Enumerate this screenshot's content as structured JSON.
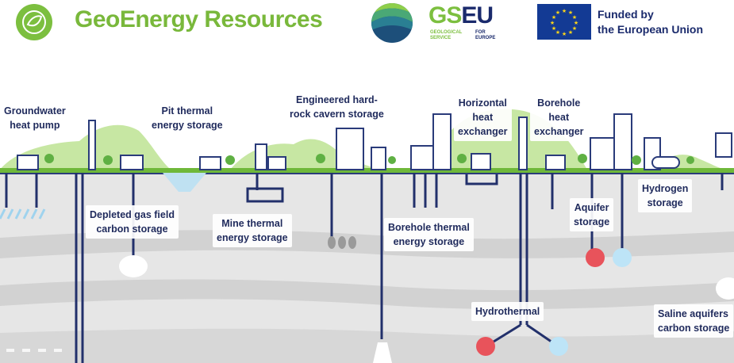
{
  "header": {
    "brand_title": "GeoEnergy Resources",
    "gseu_main": "GSEU",
    "gseu_gs": "GS",
    "gseu_eu": "EU",
    "gseu_sub_left_1": "GEOLOGICAL",
    "gseu_sub_left_2": "SERVICE",
    "gseu_sub_right_1": "FOR",
    "gseu_sub_right_2": "EUROPE",
    "eu_funded_1": "Funded by",
    "eu_funded_2": "the European Union"
  },
  "labels": {
    "groundwater_1": "Groundwater",
    "groundwater_2": "heat pump",
    "pit_1": "Pit thermal",
    "pit_2": "energy storage",
    "engineered_1": "Engineered hard-",
    "engineered_2": "rock cavern storage",
    "horizontal_1": "Horizontal",
    "horizontal_2": "heat",
    "horizontal_3": "exchanger",
    "borehole_hx_1": "Borehole",
    "borehole_hx_2": "heat",
    "borehole_hx_3": "exchanger",
    "depleted_1": "Depleted gas field",
    "depleted_2": "carbon storage",
    "mine_1": "Mine thermal",
    "mine_2": "energy storage",
    "borehole_tes_1": "Borehole thermal",
    "borehole_tes_2": "energy storage",
    "aquifer_1": "Aquifer",
    "aquifer_2": "storage",
    "hydrogen_1": "Hydrogen",
    "hydrogen_2": "storage",
    "hydrothermal": "Hydrothermal",
    "saline_1": "Saline aquifers",
    "saline_2": "carbon storage"
  },
  "colors": {
    "brand_green": "#79b83b",
    "navy": "#1f2a5c",
    "grass": "#6fb83a",
    "ground_light": "#e4e4e4",
    "ground_band": "#cfcfcf",
    "hot": "#e8535b",
    "cold": "#bde4f7",
    "eu_blue": "#133a94"
  },
  "icons": [
    "globe-leaf-logo",
    "gseu-logo",
    "eu-flag"
  ]
}
